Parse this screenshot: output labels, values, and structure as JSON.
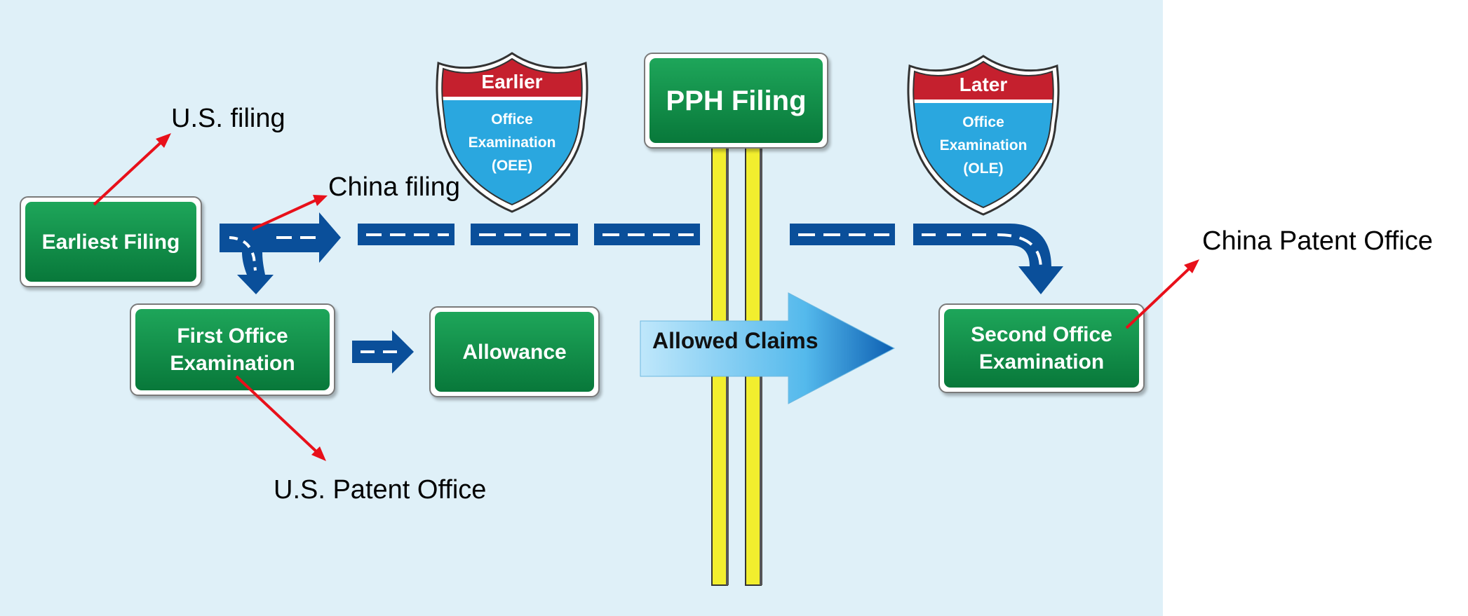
{
  "diagram": {
    "boxes": {
      "earliest_filing": "Earliest Filing",
      "first_office_examination": "First Office\nExamination",
      "allowance": "Allowance",
      "pph_filing": "PPH Filing",
      "second_office_examination": "Second Office\nExamination"
    },
    "shields": {
      "earlier": {
        "top": "Earlier",
        "body": "Office\nExamination\n(OEE)"
      },
      "later": {
        "top": "Later",
        "body": "Office\nExamination\n(OLE)"
      }
    },
    "arrow_label": "Allowed Claims",
    "annotations": {
      "us_filing": "U.S. filing",
      "china_filing": "China filing",
      "us_patent_office": "U.S. Patent Office",
      "china_patent_office": "China Patent Office"
    },
    "colors": {
      "background": "#dff0f8",
      "sign_green": "#0c8a43",
      "road_blue": "#0a4f9a",
      "post_yellow": "#f2ee2e",
      "shield_red": "#c5202e",
      "shield_blue": "#2aa7df",
      "annotation_red": "#e8101a"
    }
  }
}
